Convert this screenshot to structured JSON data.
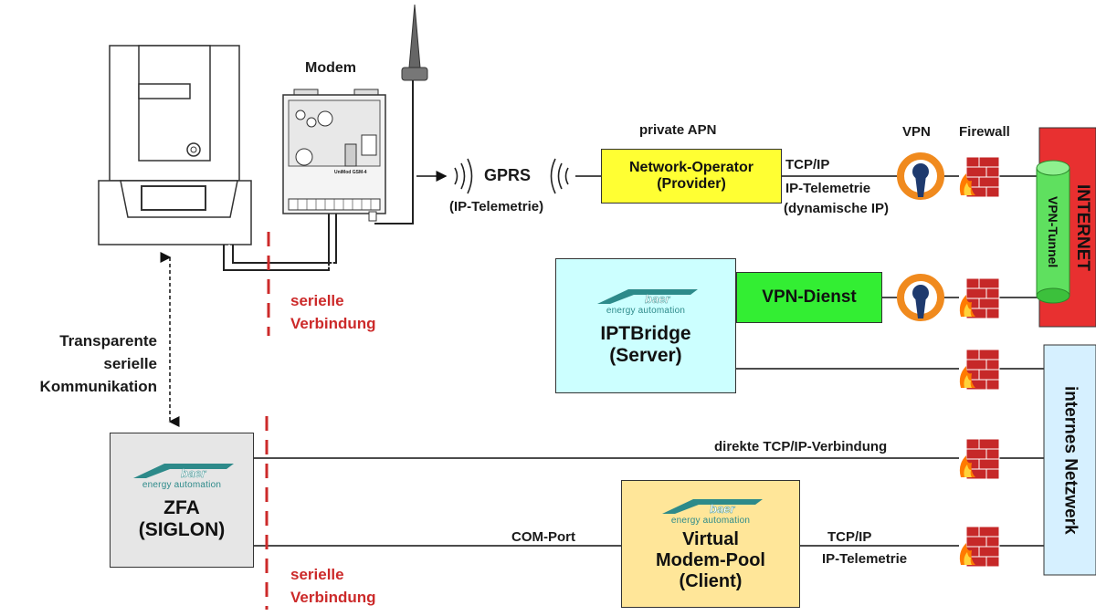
{
  "modem": {
    "title": "Modem",
    "brand": "UniMod GSM-4"
  },
  "gprs": {
    "title": "GPRS",
    "subtitle": "(IP-Telemetrie)"
  },
  "apn": {
    "label": "private APN"
  },
  "operator": {
    "line1": "Network-Operator",
    "line2": "(Provider)"
  },
  "operator_link": {
    "line1": "TCP/IP",
    "line2": "IP-Telemetrie",
    "line3": "(dynamische IP)"
  },
  "vpn_label": "VPN",
  "firewall_label": "Firewall",
  "internet": {
    "label": "INTERNET",
    "tunnel": "VPN-Tunnel"
  },
  "internes_netzwerk": "internes Netzwerk",
  "vpn_dienst": "VPN-Dienst",
  "iptbridge": {
    "logo": "baer",
    "logo_sub": "energy automation",
    "line1": "IPTBridge",
    "line2": "(Server)"
  },
  "seriell_top": {
    "line1": "serielle",
    "line2": "Verbindung"
  },
  "transparent": {
    "line1": "Transparente",
    "line2": "serielle",
    "line3": "Kommunikation"
  },
  "zfa": {
    "logo": "baer",
    "logo_sub": "energy automation",
    "line1": "ZFA",
    "line2": "(SIGLON)"
  },
  "direct_link": "direkte TCP/IP-Verbindung",
  "com_port": "COM-Port",
  "vmp": {
    "logo": "baer",
    "logo_sub": "energy automation",
    "line1": "Virtual",
    "line2": "Modem-Pool",
    "line3": "(Client)"
  },
  "vmp_link": {
    "line1": "TCP/IP",
    "line2": "IP-Telemetrie"
  },
  "seriell_bottom": {
    "line1": "serielle",
    "line2": "Verbindung"
  },
  "colors": {
    "operator_fill": "#ffff33",
    "vpn_dienst_fill": "#33ee33",
    "iptbridge_fill": "#ccffff",
    "zfa_fill": "#e6e6e6",
    "vmp_fill": "#ffe699",
    "internet_fill": "#e83030",
    "netzwerk_fill": "#d6f0ff",
    "firewall": "#cc2222",
    "vpn_orange": "#f08a1e",
    "serial_red": "#cc2a2a",
    "logo_teal": "#2d8a8a"
  }
}
